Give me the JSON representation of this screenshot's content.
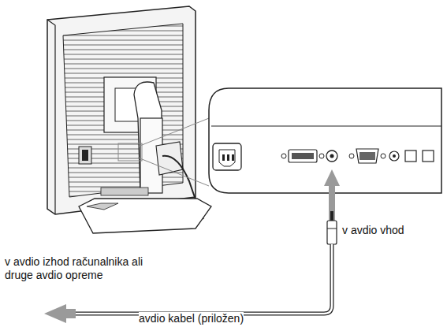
{
  "diagram": {
    "labels": [
      "v avdio vhod",
      "v avdio izhod računalnika ali druge avdio opreme",
      "avdio kabel (priložen)"
    ]
  }
}
